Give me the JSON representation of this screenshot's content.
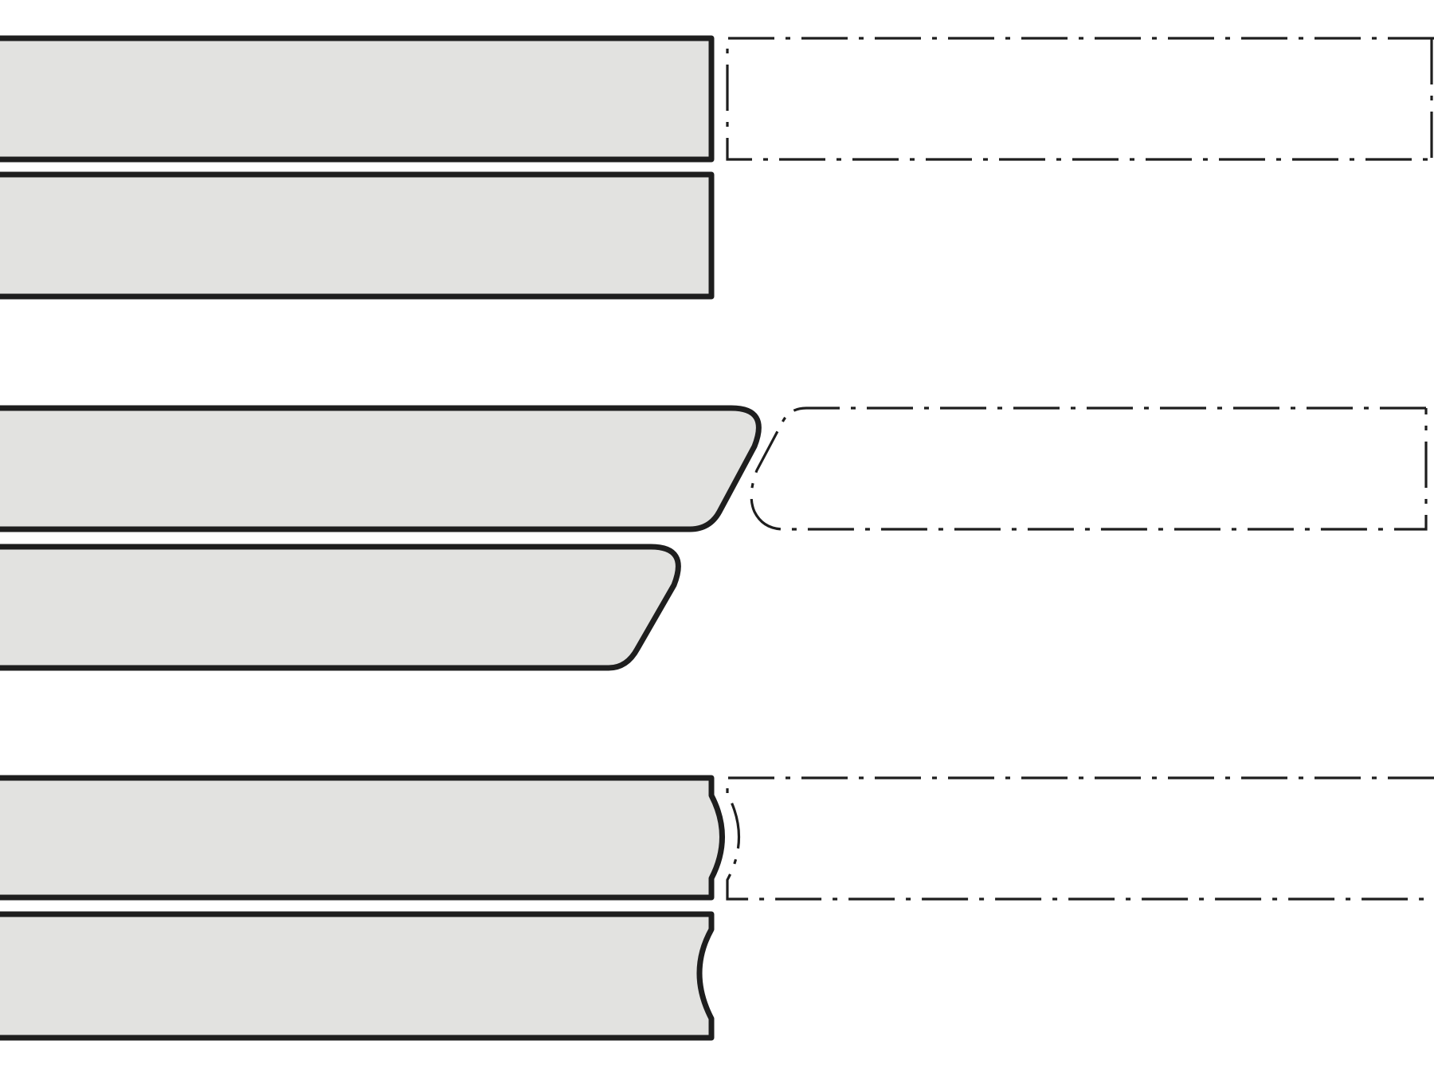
{
  "colors": {
    "background": "#ffffff",
    "plank_fill": "#e2e2e0",
    "outline": "#1e1e1e"
  },
  "diagram": {
    "groups": [
      {
        "id": "square-edge-joint",
        "edge_profile": "square",
        "solid_planks": 2,
        "phantom_outline": "dash-dot"
      },
      {
        "id": "bevel-edge-joint",
        "edge_profile": "bevelled",
        "solid_planks": 2,
        "phantom_outline": "dash-dot"
      },
      {
        "id": "tongue-groove-joint",
        "edge_profile": "convex-concave",
        "solid_planks": 2,
        "phantom_outline": "dash-dot"
      }
    ]
  }
}
